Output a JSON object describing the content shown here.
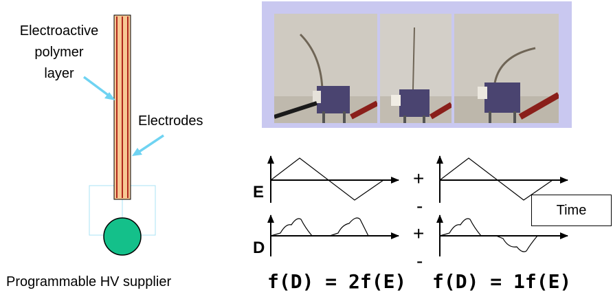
{
  "labels": {
    "polymer": [
      "Electroactive",
      "polymer",
      "layer"
    ],
    "electrodes": "Electrodes",
    "supplier": "Programmable HV supplier"
  },
  "graphs": {
    "e_axis": "E",
    "d_axis": "D",
    "plus": "+",
    "minus": "-",
    "time": "Time"
  },
  "formulas": {
    "left": "f(D) = 2f(E)",
    "right": "f(D) = 1f(E)"
  },
  "colors": {
    "polymer_fill": "#f7c893",
    "electrode": "#b0261c",
    "arrow": "#6fd3f2",
    "supplier": "#14c08a",
    "photo_frame": "#c9c8f0"
  }
}
